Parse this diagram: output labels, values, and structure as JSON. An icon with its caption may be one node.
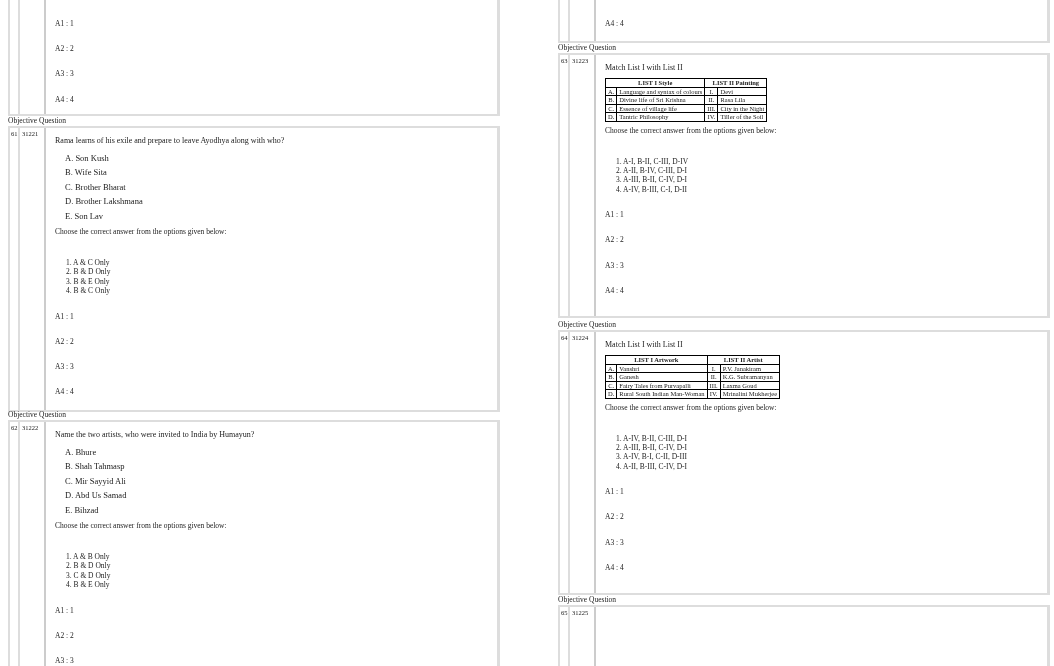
{
  "diagram": {
    "nodes": [
      {
        "text": [
          "A1 : 1",
          "A2 : 2",
          "A3 : 3",
          "A4 : 4"
        ]
      },
      {
        "text": [
          "Objective Question",
          "61",
          "31221",
          "Rama learns of his exile and prepare to leave Ayodhya along with who?",
          "A. Son Kush",
          "B. Wife Sita",
          "C. Brother Bharat",
          "D. Brother Lakshmana",
          "E. Son Lav",
          "Choose the correct answer from the options given below:",
          "1. A & C Only",
          "2. B & D Only",
          "3. B & E Only",
          "4. B & C Only",
          "A1 : 1",
          "A2 : 2",
          "A3 : 3",
          "A4 : 4"
        ]
      },
      {
        "text": [
          "Objective Question",
          "62",
          "31222",
          "Name the two artists, who were invited to India by Humayun?",
          "A. Bhure",
          "B. Shah Tahmasp",
          "C. Mir Sayyid Ali",
          "D. Abd Us Samad",
          "E. Bihzad",
          "Choose the correct answer from the options given below:",
          "1. A & B Only",
          "2. B & D Only",
          "3. C & D Only",
          "4. B & E Only",
          "A1 : 1",
          "A2 : 2",
          "A3 : 3"
        ]
      },
      {
        "text": [
          "A4 : 4"
        ]
      },
      {
        "text": [
          "Objective Question",
          "63",
          "31223",
          "Match List I with List II",
          "Choose the correct answer from the options given below:",
          "1. A-I, B-II, C-III, D-IV",
          "2. A-II, B-IV, C-III, D-I",
          "3. A-III, B-II, C-IV, D-I",
          "4. A-IV, B-III, C-I, D-II",
          "A1 : 1",
          "A2 : 2",
          "A3 : 3",
          "A4 : 4"
        ]
      },
      {
        "text": [
          "LIST I Style",
          "LIST II Painting",
          "A.",
          "Language and syntax of colours",
          "I.",
          "Devi",
          "B.",
          "Divine life of Sri Krishna",
          "II.",
          "Rasa Lila",
          "C.",
          "Essence of village life",
          "III.",
          "City in the Night",
          "D.",
          "Tantric Philosophy",
          "IV.",
          "Tiller of the Soil"
        ],
        "in": 4
      },
      {
        "text": [
          "Objective Question",
          "64",
          "31224",
          "Match List I with List II",
          "Choose the correct answer from the options given below:",
          "1. A-IV, B-II, C-III, D-I",
          "2. A-III, B-II, C-IV, D-I",
          "3. A-IV, B-I, C-II, D-III",
          "4. A-II, B-III, C-IV, D-I",
          "A1 : 1",
          "A2 : 2",
          "A3 : 3",
          "A4 : 4"
        ]
      },
      {
        "text": [
          "LIST I Artwork",
          "LIST II Artist",
          "A.",
          "Vanshri",
          "I.",
          "P.V. Janakiram",
          "B.",
          "Ganesh",
          "II.",
          "K.G. Subramanyan",
          "C.",
          "Fairy Tales from Purvapalli",
          "III.",
          "Laxma Goud",
          "D.",
          "Rural South Indian Man-Woman",
          "IV.",
          "Mrinalini Mukherjee"
        ],
        "in": 6
      },
      {
        "text": [
          "Objective Question",
          "65",
          "31225"
        ]
      }
    ],
    "edges": []
  }
}
